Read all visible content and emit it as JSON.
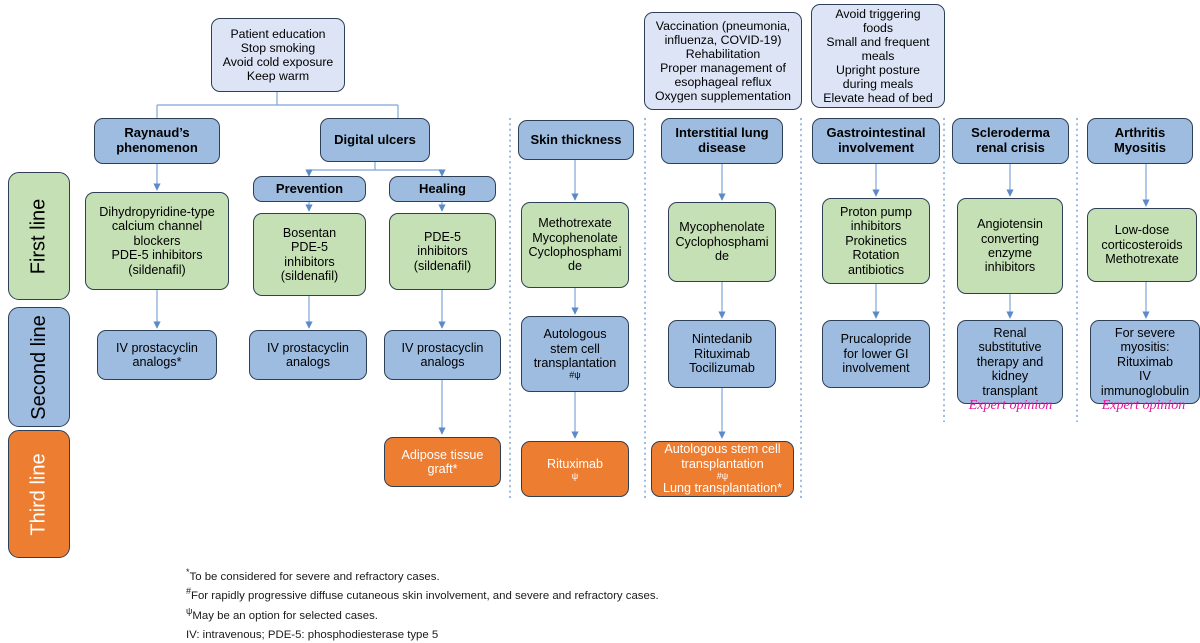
{
  "colors": {
    "light_blue": "#dce4f5",
    "blue": "#9dbce0",
    "green": "#c5e0b4",
    "orange": "#ed7d31",
    "border": "#2e4057",
    "arrow": "#5b8ac6",
    "expert_opinion": "#e0179d",
    "divider": "#7e9fd4"
  },
  "line_labels": [
    {
      "key": "first",
      "text": "First line",
      "color": "#c5e0b4"
    },
    {
      "key": "second",
      "text": "Second line",
      "color": "#9dbce0"
    },
    {
      "key": "third",
      "text": "Third line",
      "color": "#ed7d31"
    }
  ],
  "general_measures": [
    {
      "key": "general-raynaud-ulcers",
      "lines": [
        "Patient education",
        "Stop smoking",
        "Avoid cold exposure",
        "Keep warm"
      ]
    },
    {
      "key": "general-ild",
      "lines": [
        "Vaccination (pneumonia,",
        "influenza, COVID-19)",
        "Rehabilitation",
        "Proper management of",
        "esophageal reflux",
        "Oxygen supplementation"
      ]
    },
    {
      "key": "general-gi",
      "lines": [
        "Avoid triggering",
        "foods",
        "Small and frequent",
        "meals",
        "Upright posture",
        "during meals",
        "Elevate head of bed"
      ]
    }
  ],
  "domains": [
    {
      "key": "raynaud",
      "header": "Raynaud’s phenomenon",
      "first_line": "Dihydropyridine-type calcium channel blockers PDE-5 inhibitors (sildenafil)",
      "second_line": "IV prostacyclin analogs*",
      "third_line": null
    },
    {
      "key": "digital-ulcers",
      "header": "Digital ulcers",
      "subheaders": [
        "Prevention",
        "Healing"
      ],
      "prevention": {
        "first_line": "Bosentan PDE-5 inhibitors (sildenafil)",
        "second_line": "IV prostacyclin analogs",
        "third_line": null
      },
      "healing": {
        "first_line": "PDE-5 inhibitors (sildenafil)",
        "second_line": "IV prostacyclin analogs",
        "third_line": "Adipose tissue graft*"
      }
    },
    {
      "key": "skin-thickness",
      "header": "Skin thickness",
      "first_line": "Methotrexate Mycophenolate Cyclophosphamide",
      "second_line": "Autologous stem cell transplantation",
      "second_line_sup": "#ψ",
      "third_line": "Rituximab",
      "third_line_sup": "ψ"
    },
    {
      "key": "interstitial-lung-disease",
      "header": "Interstitial lung disease",
      "first_line": "Mycophenolate Cyclophosphamide",
      "second_line": "Nintedanib Rituximab Tocilizumab",
      "third_line": "Autologous stem cell transplantation#ψ Lung transplantation*"
    },
    {
      "key": "gastrointestinal-involvement",
      "header": "Gastrointestinal involvement",
      "first_line": "Proton pump inhibitors Prokinetics Rotation antibiotics",
      "second_line": "Prucalopride for lower GI involvement",
      "third_line": null
    },
    {
      "key": "scleroderma-renal-crisis",
      "header": "Scleroderma renal crisis",
      "first_line": "Angiotensin converting enzyme inhibitors",
      "second_line": "Renal substitutive therapy and kidney transplant",
      "third_line": null,
      "annotation": "Expert opinion"
    },
    {
      "key": "arthritis-myositis",
      "header": "Arthritis Myositis",
      "first_line": "Low-dose corticosteroids Methotrexate",
      "second_line": "For severe myositis: Rituximab IV immunoglobulin",
      "third_line": null,
      "annotation": "Expert opinion"
    }
  ],
  "boxes": {
    "general_1": [
      "Patient education",
      "Stop smoking",
      "Avoid cold exposure",
      "Keep warm"
    ],
    "general_2": [
      "Vaccination (pneumonia,",
      "influenza, COVID-19)",
      "Rehabilitation",
      "Proper management of",
      "esophageal reflux",
      "Oxygen supplementation"
    ],
    "general_3": [
      "Avoid triggering",
      "foods",
      "Small and frequent",
      "meals",
      "Upright posture",
      "during meals",
      "Elevate head of bed"
    ],
    "h_raynaud": [
      "Raynaud’s",
      "phenomenon"
    ],
    "h_ulcers": [
      "Digital ulcers"
    ],
    "h_prevention": [
      "Prevention"
    ],
    "h_healing": [
      "Healing"
    ],
    "h_skin": [
      "Skin thickness"
    ],
    "h_ild": [
      "Interstitial lung",
      "disease"
    ],
    "h_gi": [
      "Gastrointestinal",
      "involvement"
    ],
    "h_renal": [
      "Scleroderma",
      "renal crisis"
    ],
    "h_arthritis": [
      "Arthritis",
      "Myositis"
    ],
    "f_raynaud": [
      "Dihydropyridine-type",
      "calcium channel",
      "blockers",
      "PDE-5 inhibitors",
      "(sildenafil)"
    ],
    "f_prevention": [
      "Bosentan",
      "PDE-5",
      "inhibitors",
      "(sildenafil)"
    ],
    "f_healing": [
      "PDE-5",
      "inhibitors",
      "(sildenafil)"
    ],
    "f_skin": [
      "Methotrexate",
      "Mycophenolate",
      "Cyclophosphami",
      "de"
    ],
    "f_ild": [
      "Mycophenolate",
      "Cyclophosphami",
      "de"
    ],
    "f_gi": [
      "Proton pump",
      "inhibitors",
      "Prokinetics",
      "Rotation",
      "antibiotics"
    ],
    "f_renal": [
      "Angiotensin",
      "converting",
      "enzyme",
      "inhibitors"
    ],
    "f_arthritis": [
      "Low-dose",
      "corticosteroids",
      "Methotrexate"
    ],
    "s_raynaud": [
      "IV prostacyclin",
      "analogs*"
    ],
    "s_prevention": [
      "IV prostacyclin",
      "analogs"
    ],
    "s_healing": [
      "IV prostacyclin",
      "analogs"
    ],
    "s_skin": [
      "Autologous",
      "stem cell",
      "transplantation"
    ],
    "s_skin_sup": "#ψ",
    "s_ild": [
      "Nintedanib",
      "Rituximab",
      "Tocilizumab"
    ],
    "s_gi": [
      "Prucalopride",
      "for lower GI",
      "involvement"
    ],
    "s_renal": [
      "Renal",
      "substitutive",
      "therapy and",
      "kidney",
      "transplant"
    ],
    "s_arthritis": [
      "For severe",
      "myositis:",
      "Rituximab",
      "IV",
      "immunoglobulin"
    ],
    "t_healing": [
      "Adipose tissue",
      "graft*"
    ],
    "t_skin_main": "Rituximab",
    "t_skin_sup": "ψ",
    "t_ild_l1": "Autologous stem cell",
    "t_ild_l2_main": "transplantation",
    "t_ild_l2_sup": "#ψ",
    "t_ild_l3": "Lung transplantation*"
  },
  "annotations": {
    "expert_renal": "Expert opinion",
    "expert_arthritis": "Expert opinion"
  },
  "footnotes": [
    {
      "sup": "*",
      "text": "To be considered for severe and refractory cases."
    },
    {
      "sup": "#",
      "text": "For rapidly progressive diffuse cutaneous skin involvement, and severe and refractory cases."
    },
    {
      "sup": "ψ",
      "text": "May be an option for selected cases."
    },
    {
      "sup": "",
      "text": "IV: intravenous; PDE-5: phosphodiesterase type 5"
    }
  ]
}
